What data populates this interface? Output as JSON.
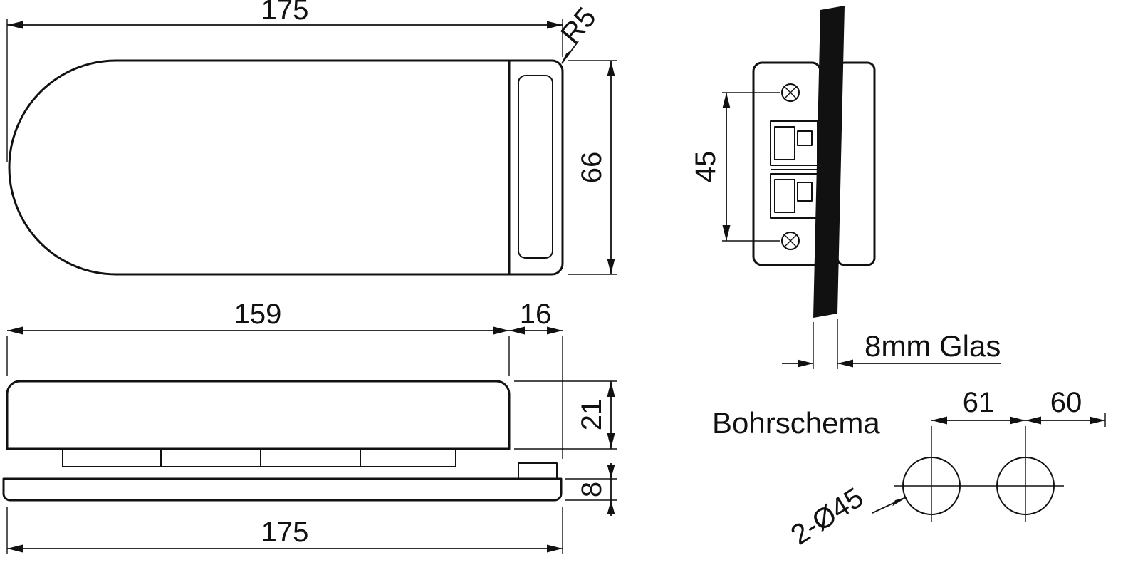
{
  "meta": {
    "type": "technical-drawing",
    "background_color": "#ffffff",
    "line_color": "#111111"
  },
  "top_view": {
    "width": "175",
    "corner_radius": "R5",
    "height": "66"
  },
  "side_view": {
    "body_length": "159",
    "clamp_length": "16",
    "body_height": "21",
    "plate_height": "8",
    "total_length": "175"
  },
  "section_view": {
    "screw_spacing": "45",
    "glass_note": "8mm Glas"
  },
  "drill_schema": {
    "title": "Bohrschema",
    "hole_spacing": "61",
    "edge_spacing": "60",
    "holes_note": "2-Ø45"
  }
}
